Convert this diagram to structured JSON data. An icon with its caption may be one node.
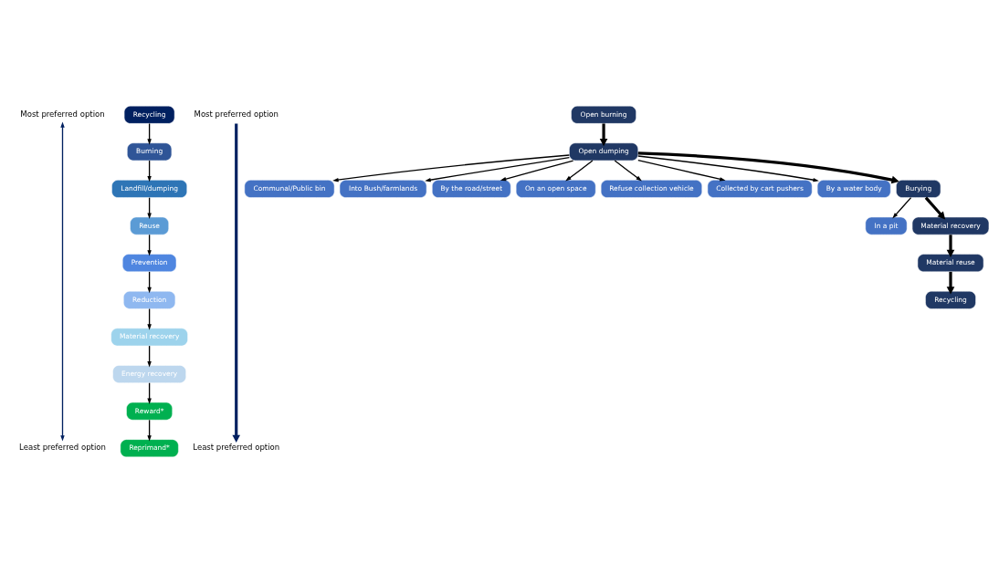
{
  "diagram": {
    "nodes": [
      {
        "text": [
          "Most preferred option"
        ]
      },
      {
        "text": [
          "Recycling"
        ]
      },
      {
        "text": [
          "Burning"
        ]
      },
      {
        "text": [
          "Landfill/dumping"
        ]
      },
      {
        "text": [
          "Reuse"
        ]
      },
      {
        "text": [
          "Prevention"
        ]
      },
      {
        "text": [
          "Reduction"
        ]
      },
      {
        "text": [
          "Material recovery"
        ]
      },
      {
        "text": [
          "Energy recovery"
        ]
      },
      {
        "text": [
          "Reward*"
        ]
      },
      {
        "text": [
          "Reprimand*"
        ]
      },
      {
        "text": [
          "Least preferred option"
        ]
      },
      {
        "text": [
          "Most preferred option"
        ]
      },
      {
        "text": [
          "Open burning"
        ]
      },
      {
        "text": [
          "Open dumping"
        ]
      },
      {
        "text": [
          "Communal/Public bin"
        ]
      },
      {
        "text": [
          "Into Bush/farmlands"
        ]
      },
      {
        "text": [
          "By the road/street"
        ]
      },
      {
        "text": [
          "On an open space"
        ]
      },
      {
        "text": [
          "Refuse collection vehicle"
        ]
      },
      {
        "text": [
          "Collected by cart pushers"
        ]
      },
      {
        "text": [
          "By a water body"
        ]
      },
      {
        "text": [
          "Burying"
        ]
      },
      {
        "text": [
          "In a pit"
        ]
      },
      {
        "text": [
          "Material recovery"
        ]
      },
      {
        "text": [
          "Material reuse"
        ]
      },
      {
        "text": [
          "Recycling"
        ]
      },
      {
        "text": [
          "Least preferred option"
        ]
      }
    ],
    "edges": [
      {
        "from": 0,
        "to": 11,
        "arrow": "both",
        "color": "#002060"
      },
      {
        "from": 1,
        "to": 2,
        "arrow": "to"
      },
      {
        "from": 2,
        "to": 3,
        "arrow": "to"
      },
      {
        "from": 3,
        "to": 4,
        "arrow": "to"
      },
      {
        "from": 4,
        "to": 5,
        "arrow": "to"
      },
      {
        "from": 5,
        "to": 6,
        "arrow": "to"
      },
      {
        "from": 6,
        "to": 7,
        "arrow": "to"
      },
      {
        "from": 7,
        "to": 8,
        "arrow": "to"
      },
      {
        "from": 8,
        "to": 9,
        "arrow": "to"
      },
      {
        "from": 9,
        "to": 10,
        "arrow": "to"
      },
      {
        "from": 12,
        "to": 27,
        "arrow": "to",
        "style": "thick",
        "color": "#002060"
      },
      {
        "from": 13,
        "to": 14,
        "arrow": "to",
        "style": "thick"
      },
      {
        "from": 14,
        "to": 15,
        "arrow": "to"
      },
      {
        "from": 14,
        "to": 16,
        "arrow": "to"
      },
      {
        "from": 14,
        "to": 17,
        "arrow": "to"
      },
      {
        "from": 14,
        "to": 18,
        "arrow": "to"
      },
      {
        "from": 14,
        "to": 19,
        "arrow": "to"
      },
      {
        "from": 14,
        "to": 20,
        "arrow": "to"
      },
      {
        "from": 14,
        "to": 21,
        "arrow": "to"
      },
      {
        "from": 14,
        "to": 22,
        "arrow": "to",
        "style": "thick"
      },
      {
        "from": 22,
        "to": 23,
        "arrow": "to"
      },
      {
        "from": 22,
        "to": 24,
        "arrow": "to",
        "style": "thick"
      },
      {
        "from": 24,
        "to": 25,
        "arrow": "to",
        "style": "thick"
      },
      {
        "from": 25,
        "to": 26,
        "arrow": "to",
        "style": "thick"
      }
    ]
  }
}
